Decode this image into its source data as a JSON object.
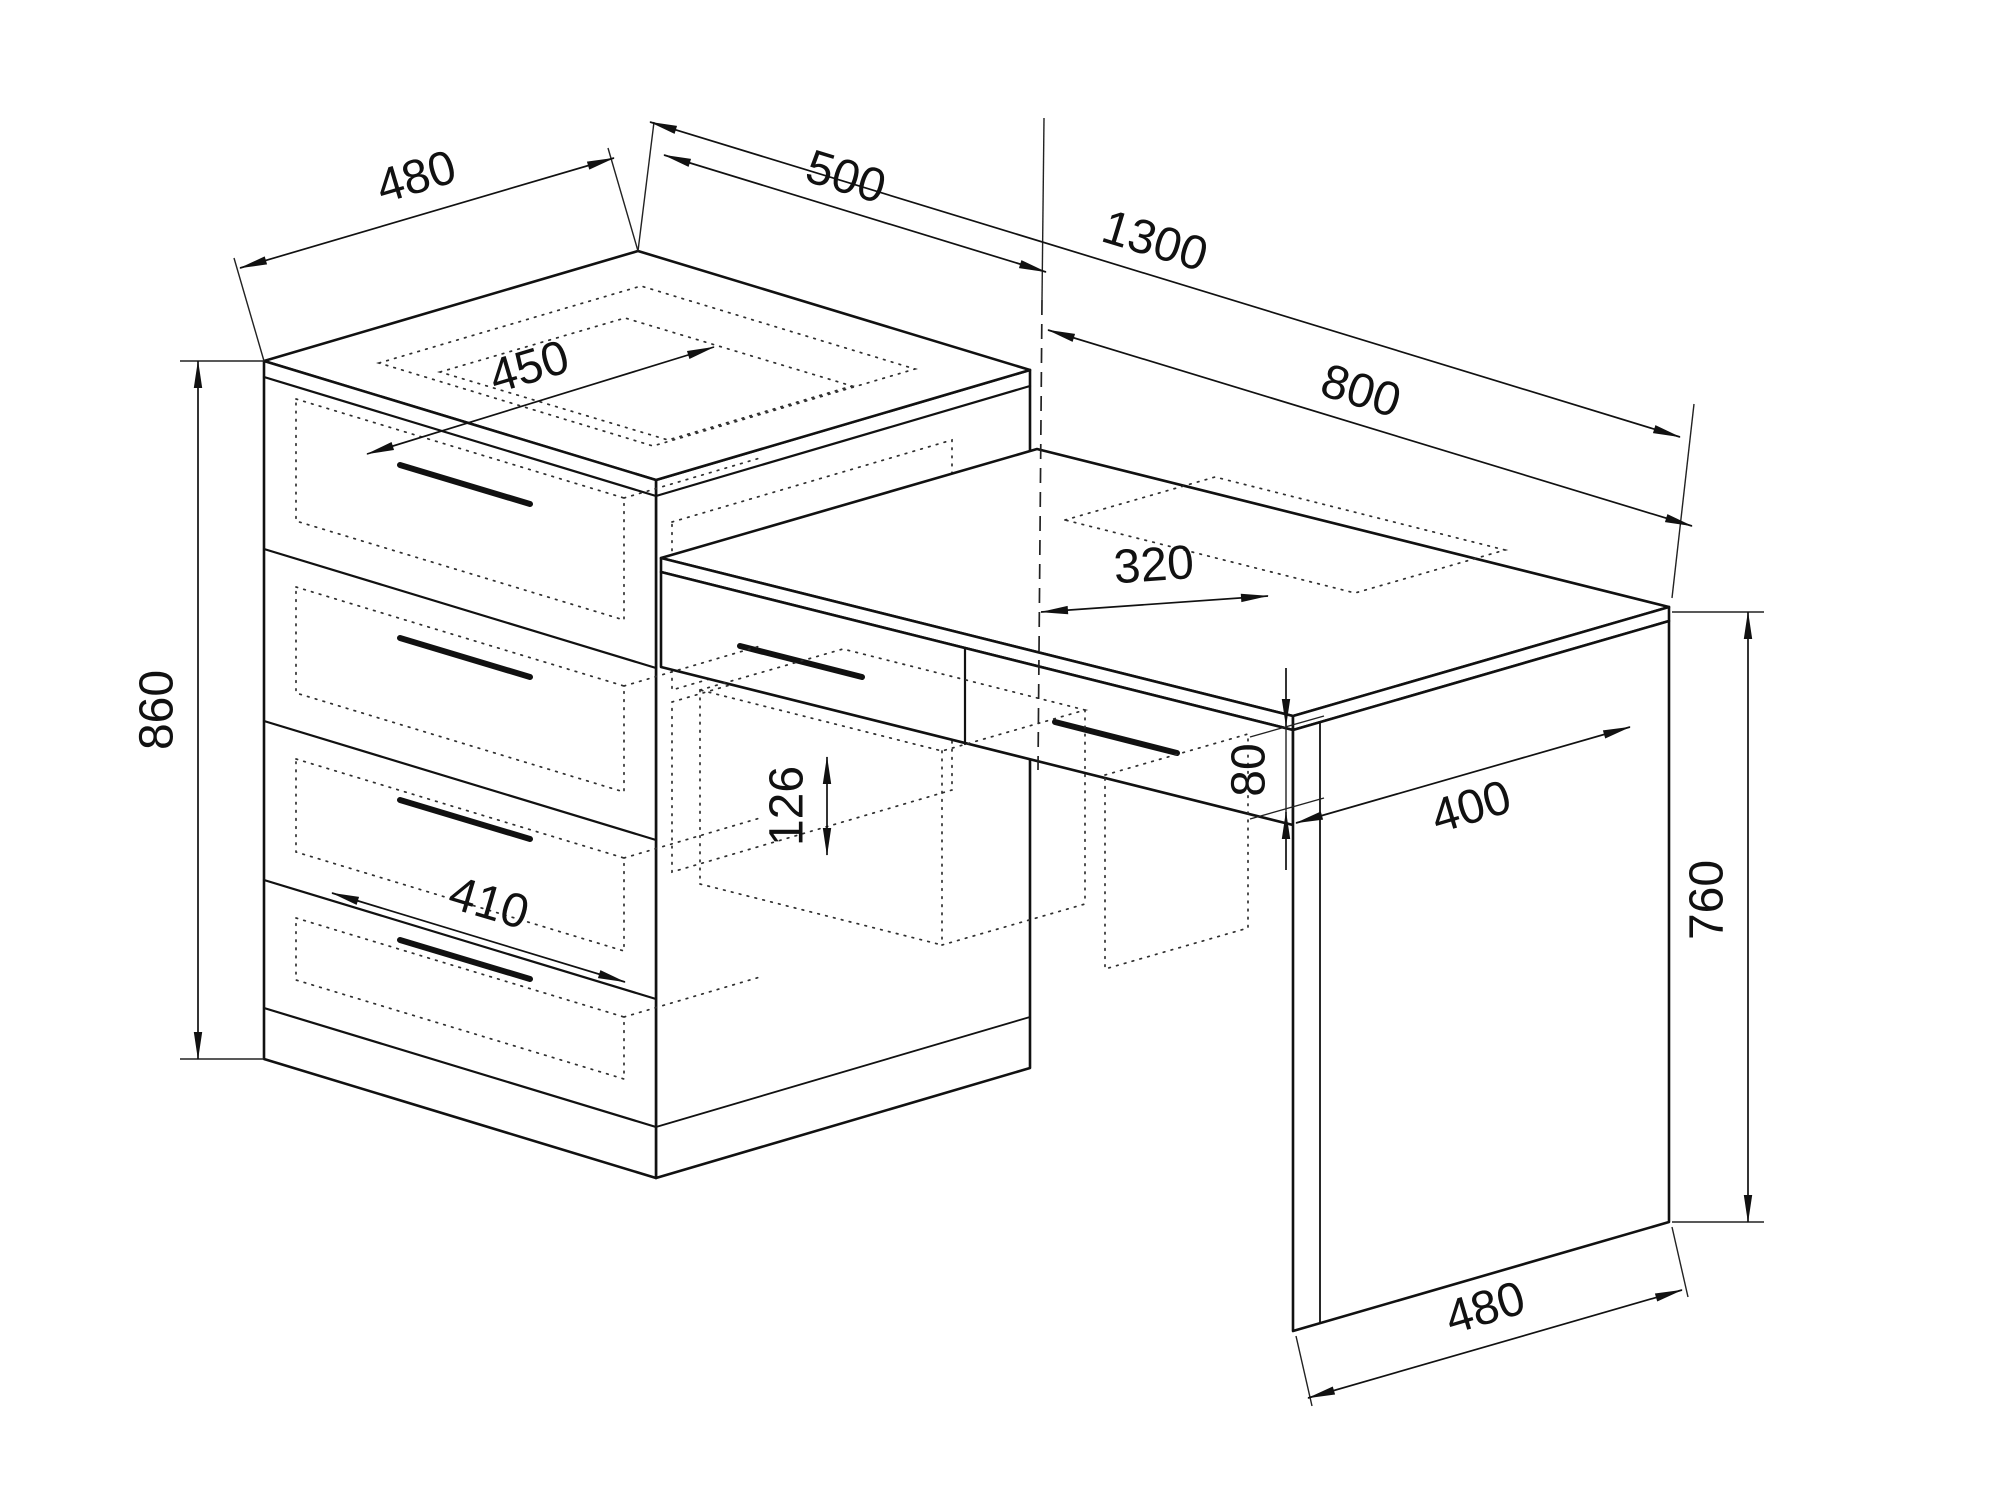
{
  "drawing": {
    "type": "furniture technical drawing",
    "subject": "desk with four-drawer pedestal and under-top drawers, isometric dimensioned view",
    "units": "mm",
    "dims": {
      "cabinet_depth_top": "480",
      "cabinet_width_top": "500",
      "total_length": "1300",
      "desk_length": "800",
      "cabinet_inner_width": "450",
      "desk_drawer_width": "320",
      "cabinet_height": "860",
      "knee_gap": "126",
      "drawer_inner_width": "410",
      "drawer_front_height": "80",
      "drawer_depth": "400",
      "desk_height": "760",
      "desk_side_depth": "480"
    }
  }
}
